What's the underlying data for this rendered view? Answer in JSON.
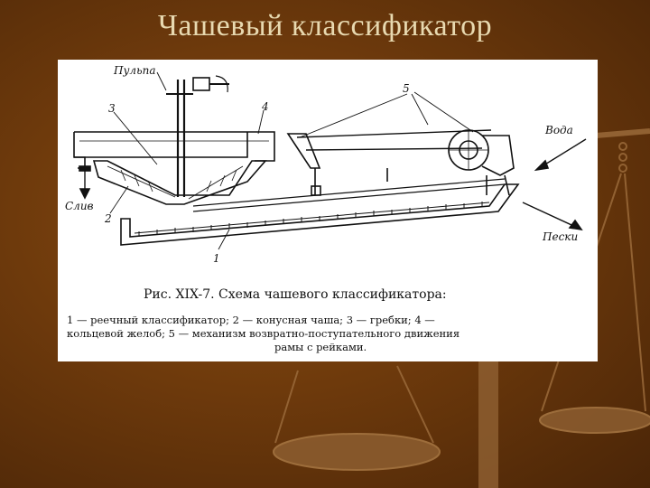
{
  "slide": {
    "title": "Чашевый классификатор"
  },
  "figure": {
    "labels": {
      "pulp": "Пульпа",
      "water": "Вода",
      "drain": "Слив",
      "sands": "Пески",
      "n1": "1",
      "n2": "2",
      "n3": "3",
      "n4": "4",
      "n5": "5"
    },
    "caption": {
      "title": "Рис. XIX-7. Схема чашевого классификатора:",
      "line1": "1 — реечный классификатор; 2 — конусная чаша; 3 — гребки; 4 —",
      "line2": "кольцевой желоб; 5 — механизм возвратно-поступательного движения",
      "line3": "рамы с рейками."
    }
  },
  "colors": {
    "background": "#6e3a0c",
    "title_text": "#e8d9b0",
    "scale_wood": "#9a6a3a",
    "figure_bg": "#ffffff",
    "ink": "#111111"
  },
  "icons": {
    "decoration": "balance-scale-icon"
  }
}
